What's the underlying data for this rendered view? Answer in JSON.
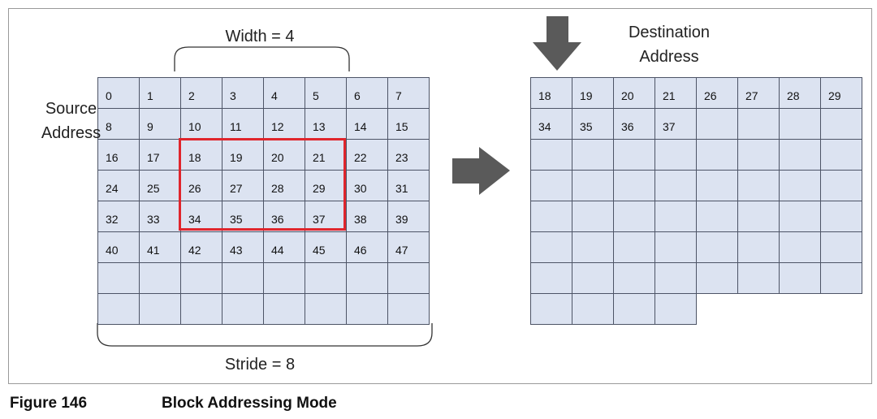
{
  "diagram": {
    "width_label": "Width = 4",
    "stride_label": "Stride = 8",
    "source_label_line1": "Source",
    "source_label_line2": "Address",
    "destination_label_line1": "Destination",
    "destination_label_line2": "Address",
    "source_grid": {
      "columns": 8,
      "rows": 8,
      "cells": [
        "0",
        "1",
        "2",
        "3",
        "4",
        "5",
        "6",
        "7",
        "8",
        "9",
        "10",
        "11",
        "12",
        "13",
        "14",
        "15",
        "16",
        "17",
        "18",
        "19",
        "20",
        "21",
        "22",
        "23",
        "24",
        "25",
        "26",
        "27",
        "28",
        "29",
        "30",
        "31",
        "32",
        "33",
        "34",
        "35",
        "36",
        "37",
        "38",
        "39",
        "40",
        "41",
        "42",
        "43",
        "44",
        "45",
        "46",
        "47",
        "",
        "",
        "",
        "",
        "",
        "",
        "",
        "",
        "",
        "",
        "",
        "",
        "",
        "",
        "",
        ""
      ]
    },
    "destination_grid": {
      "columns": 8,
      "rows": 8,
      "cells": [
        "18",
        "19",
        "20",
        "21",
        "26",
        "27",
        "28",
        "29",
        "34",
        "35",
        "36",
        "37",
        "",
        "",
        "",
        "",
        "",
        "",
        "",
        "",
        "",
        "",
        "",
        "",
        "",
        "",
        "",
        "",
        "",
        "",
        "",
        "",
        "",
        "",
        "",
        "",
        "",
        "",
        "",
        "",
        "",
        "",
        "",
        "",
        "",
        "",
        "",
        "",
        "",
        "",
        "",
        "",
        "",
        "",
        "",
        "",
        "",
        "",
        "",
        ""
      ]
    },
    "highlight_block": {
      "start_index": 18,
      "width": 4,
      "height": 3
    },
    "colors": {
      "cell_fill": "#dce3f1",
      "grid_line": "#4d5466",
      "highlight": "#e0252c",
      "arrow": "#5a5a5a",
      "arrow_light": "#9e9e9e"
    }
  },
  "caption": {
    "figure_number": "Figure 146",
    "title": "Block Addressing Mode"
  }
}
